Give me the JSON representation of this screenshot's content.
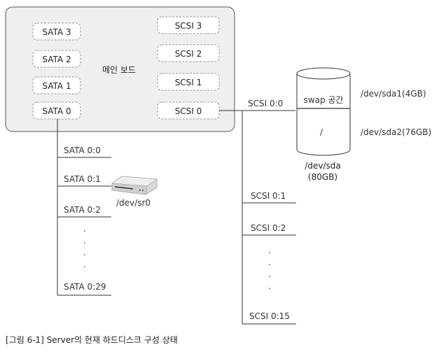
{
  "mainboard": {
    "label": "메인 보드",
    "sata_ports": [
      "SATA 3",
      "SATA 2",
      "SATA 1",
      "SATA 0"
    ],
    "scsi_ports": [
      "SCSI 3",
      "SCSI 2",
      "SCSI 1",
      "SCSI 0"
    ]
  },
  "sata_bus": {
    "devices": [
      "SATA 0:0",
      "SATA 0:1",
      "SATA 0:2",
      "SATA 0:29"
    ],
    "ellipsis": ".",
    "cdrom_label": "/dev/sr0"
  },
  "scsi_bus": {
    "link_label": "SCSI 0:0",
    "devices": [
      "SCSI 0:1",
      "SCSI 0:2",
      "SCSI 0:15"
    ],
    "ellipsis": "."
  },
  "disk": {
    "top_label": "swap 공간",
    "root_label": "/",
    "name": "/dev/sda",
    "size": "(80GB)",
    "partitions": [
      "/dev/sda1(4GB)",
      "/dev/sda2(76GB)"
    ]
  },
  "caption": "[그림 6-1] Server의 현재 하드디스크 구성 상태"
}
